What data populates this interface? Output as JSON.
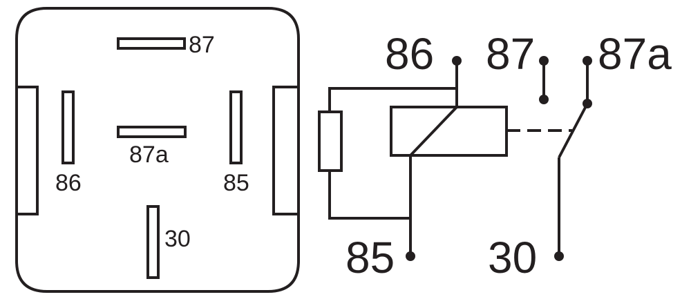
{
  "colors": {
    "ink": "#231f20",
    "paper": "#ffffff"
  },
  "footprint": {
    "labels": {
      "pin87": "87",
      "pin87a": "87a",
      "pin86": "86",
      "pin85": "85",
      "pin30": "30"
    }
  },
  "schematic": {
    "labels": {
      "pin86": "86",
      "pin87": "87",
      "pin87a": "87a",
      "pin85": "85",
      "pin30": "30"
    }
  }
}
